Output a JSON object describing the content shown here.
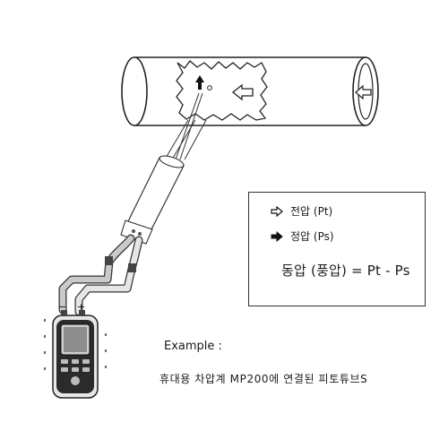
{
  "legend": {
    "total_pressure_label": "전압 (Pt)",
    "static_pressure_label": "정압 (Ps)",
    "formula": "동압 (풍압) = Pt - Ps"
  },
  "example": {
    "label": "Example :",
    "caption": "휴대용 차압계 MP200에 연결된 피토튜브S"
  },
  "device": {
    "port_minus": "−",
    "port_plus": "+"
  }
}
